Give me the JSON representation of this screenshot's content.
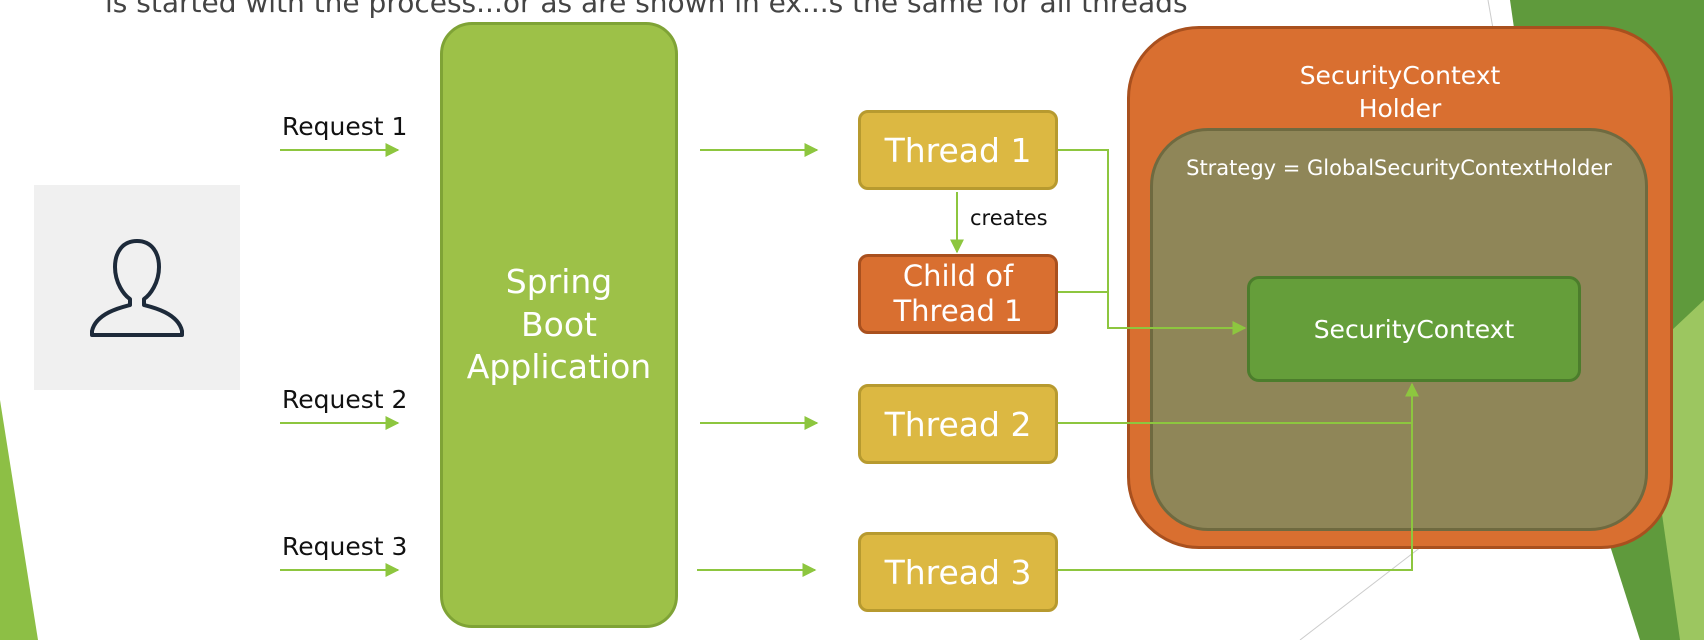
{
  "top_caption": "is started with the process...or as are shown in ex...s the same for all threads",
  "user": {
    "icon": "user-icon"
  },
  "requests": [
    "Request 1",
    "Request 2",
    "Request 3"
  ],
  "app": {
    "label": "Spring Boot Application"
  },
  "threads": [
    "Thread 1",
    "Thread 2",
    "Thread 3"
  ],
  "child_thread": "Child of Thread 1",
  "creates_label": "creates",
  "holder": {
    "title": "SecurityContext Holder",
    "strategy": "Strategy = GlobalSecurityContextHolder",
    "context": "SecurityContext"
  },
  "colors": {
    "app_green": "#9dc148",
    "arrow_green": "#8dc63f",
    "thread_yellow": "#dcb842",
    "child_orange": "#d96f30",
    "holder_orange": "#d96f30",
    "strategy_olive": "#8f8658",
    "context_green": "#659e3a"
  }
}
